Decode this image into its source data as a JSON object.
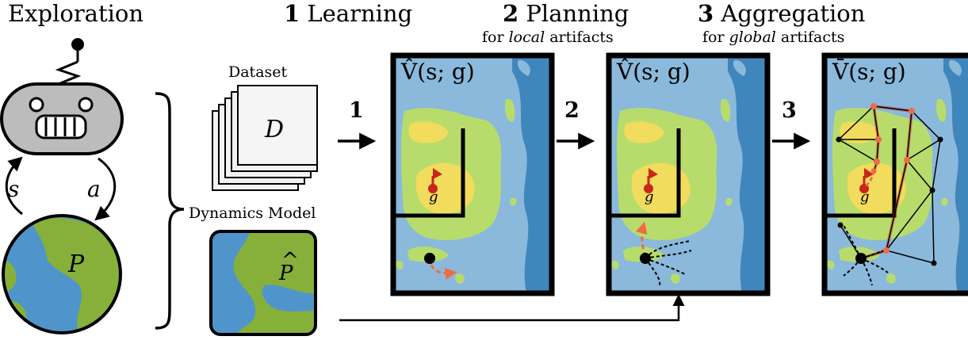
{
  "titles": {
    "exploration": "Exploration",
    "learning_num": "1",
    "learning": "Learning",
    "planning_num": "2",
    "planning": "Planning",
    "aggregation_num": "3",
    "aggregation": "Aggregation"
  },
  "subtitles": {
    "planning_pre": "for",
    "planning_em": "local",
    "planning_post": "artifacts",
    "aggregation_pre": "for",
    "aggregation_em": "global",
    "aggregation_post": "artifacts"
  },
  "left": {
    "state": "s",
    "action": "a",
    "env": "P"
  },
  "middle": {
    "dataset_label": "Dataset",
    "dataset_symbol": "D",
    "model_label": "Dynamics Model",
    "model_symbol": "P",
    "model_hat": "^"
  },
  "arrows": {
    "step1": "1",
    "step2": "2",
    "step3": "3"
  },
  "panels": {
    "p1_value": "V̂(s; g)",
    "p2_value": "V̂(s; g)",
    "p3_value": "V̄(s; g)",
    "goal": "g"
  },
  "colors": {
    "ocean": "#8bb9db",
    "deep": "#3f86bd",
    "green": "#b8dc6b",
    "yellow": "#f2dc5d",
    "land": "#86b03a",
    "water": "#4f95cc",
    "robot": "#bcbcbc",
    "accent": "#c8261c",
    "orange": "#ef6b46"
  }
}
